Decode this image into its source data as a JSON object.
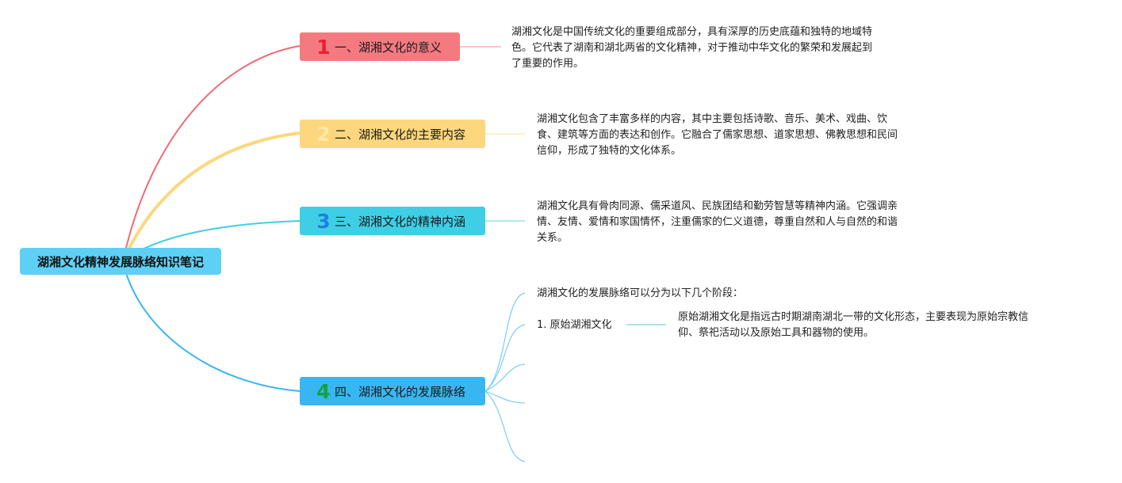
{
  "root": {
    "title": "湖湘文化精神发展脉络知识笔记"
  },
  "topics": [
    {
      "number": "1",
      "label": "一、湖湘文化的意义",
      "color": "#f47a80",
      "number_color": "#e8202e",
      "description": "湖湘文化是中国传统文化的重要组成部分，具有深厚的历史底蕴和独特的地域特\n色。它代表了湖南和湖北两省的文化精神，对于推动中华文化的繁荣和发展起到\n了重要的作用。"
    },
    {
      "number": "2",
      "label": "二、湖湘文化的主要内容",
      "color": "#fdd77d",
      "number_color": "#fce9a6",
      "description": "湖湘文化包含了丰富多样的内容，其中主要包括诗歌、音乐、美术、戏曲、饮\n食、建筑等方面的表达和创作。它融合了儒家思想、道家思想、佛教思想和民间\n信仰，形成了独特的文化体系。"
    },
    {
      "number": "3",
      "label": "三、湖湘文化的精神内涵",
      "color": "#3ecfe6",
      "number_color": "#1f7fe0",
      "description": "湖湘文化具有骨肉同源、儒采道风、民族团结和勤劳智慧等精神内涵。它强调亲\n情、友情、爱情和家国情怀，注重儒家的仁义道德，尊重自然和人与自然的和谐\n关系。"
    },
    {
      "number": "4",
      "label": "四、湖湘文化的发展脉络",
      "color": "#38b6f2",
      "number_color": "#14a23a",
      "intro": "湖湘文化的发展脉络可以分为以下几个阶段：",
      "stages": [
        {
          "label": "1. 原始湖湘文化",
          "description": "原始湖湘文化是指远古时期湖南湖北一带的文化形态，主要表现为原始宗教信\n仰、祭祀活动以及原始工具和器物的使用。"
        }
      ]
    }
  ]
}
